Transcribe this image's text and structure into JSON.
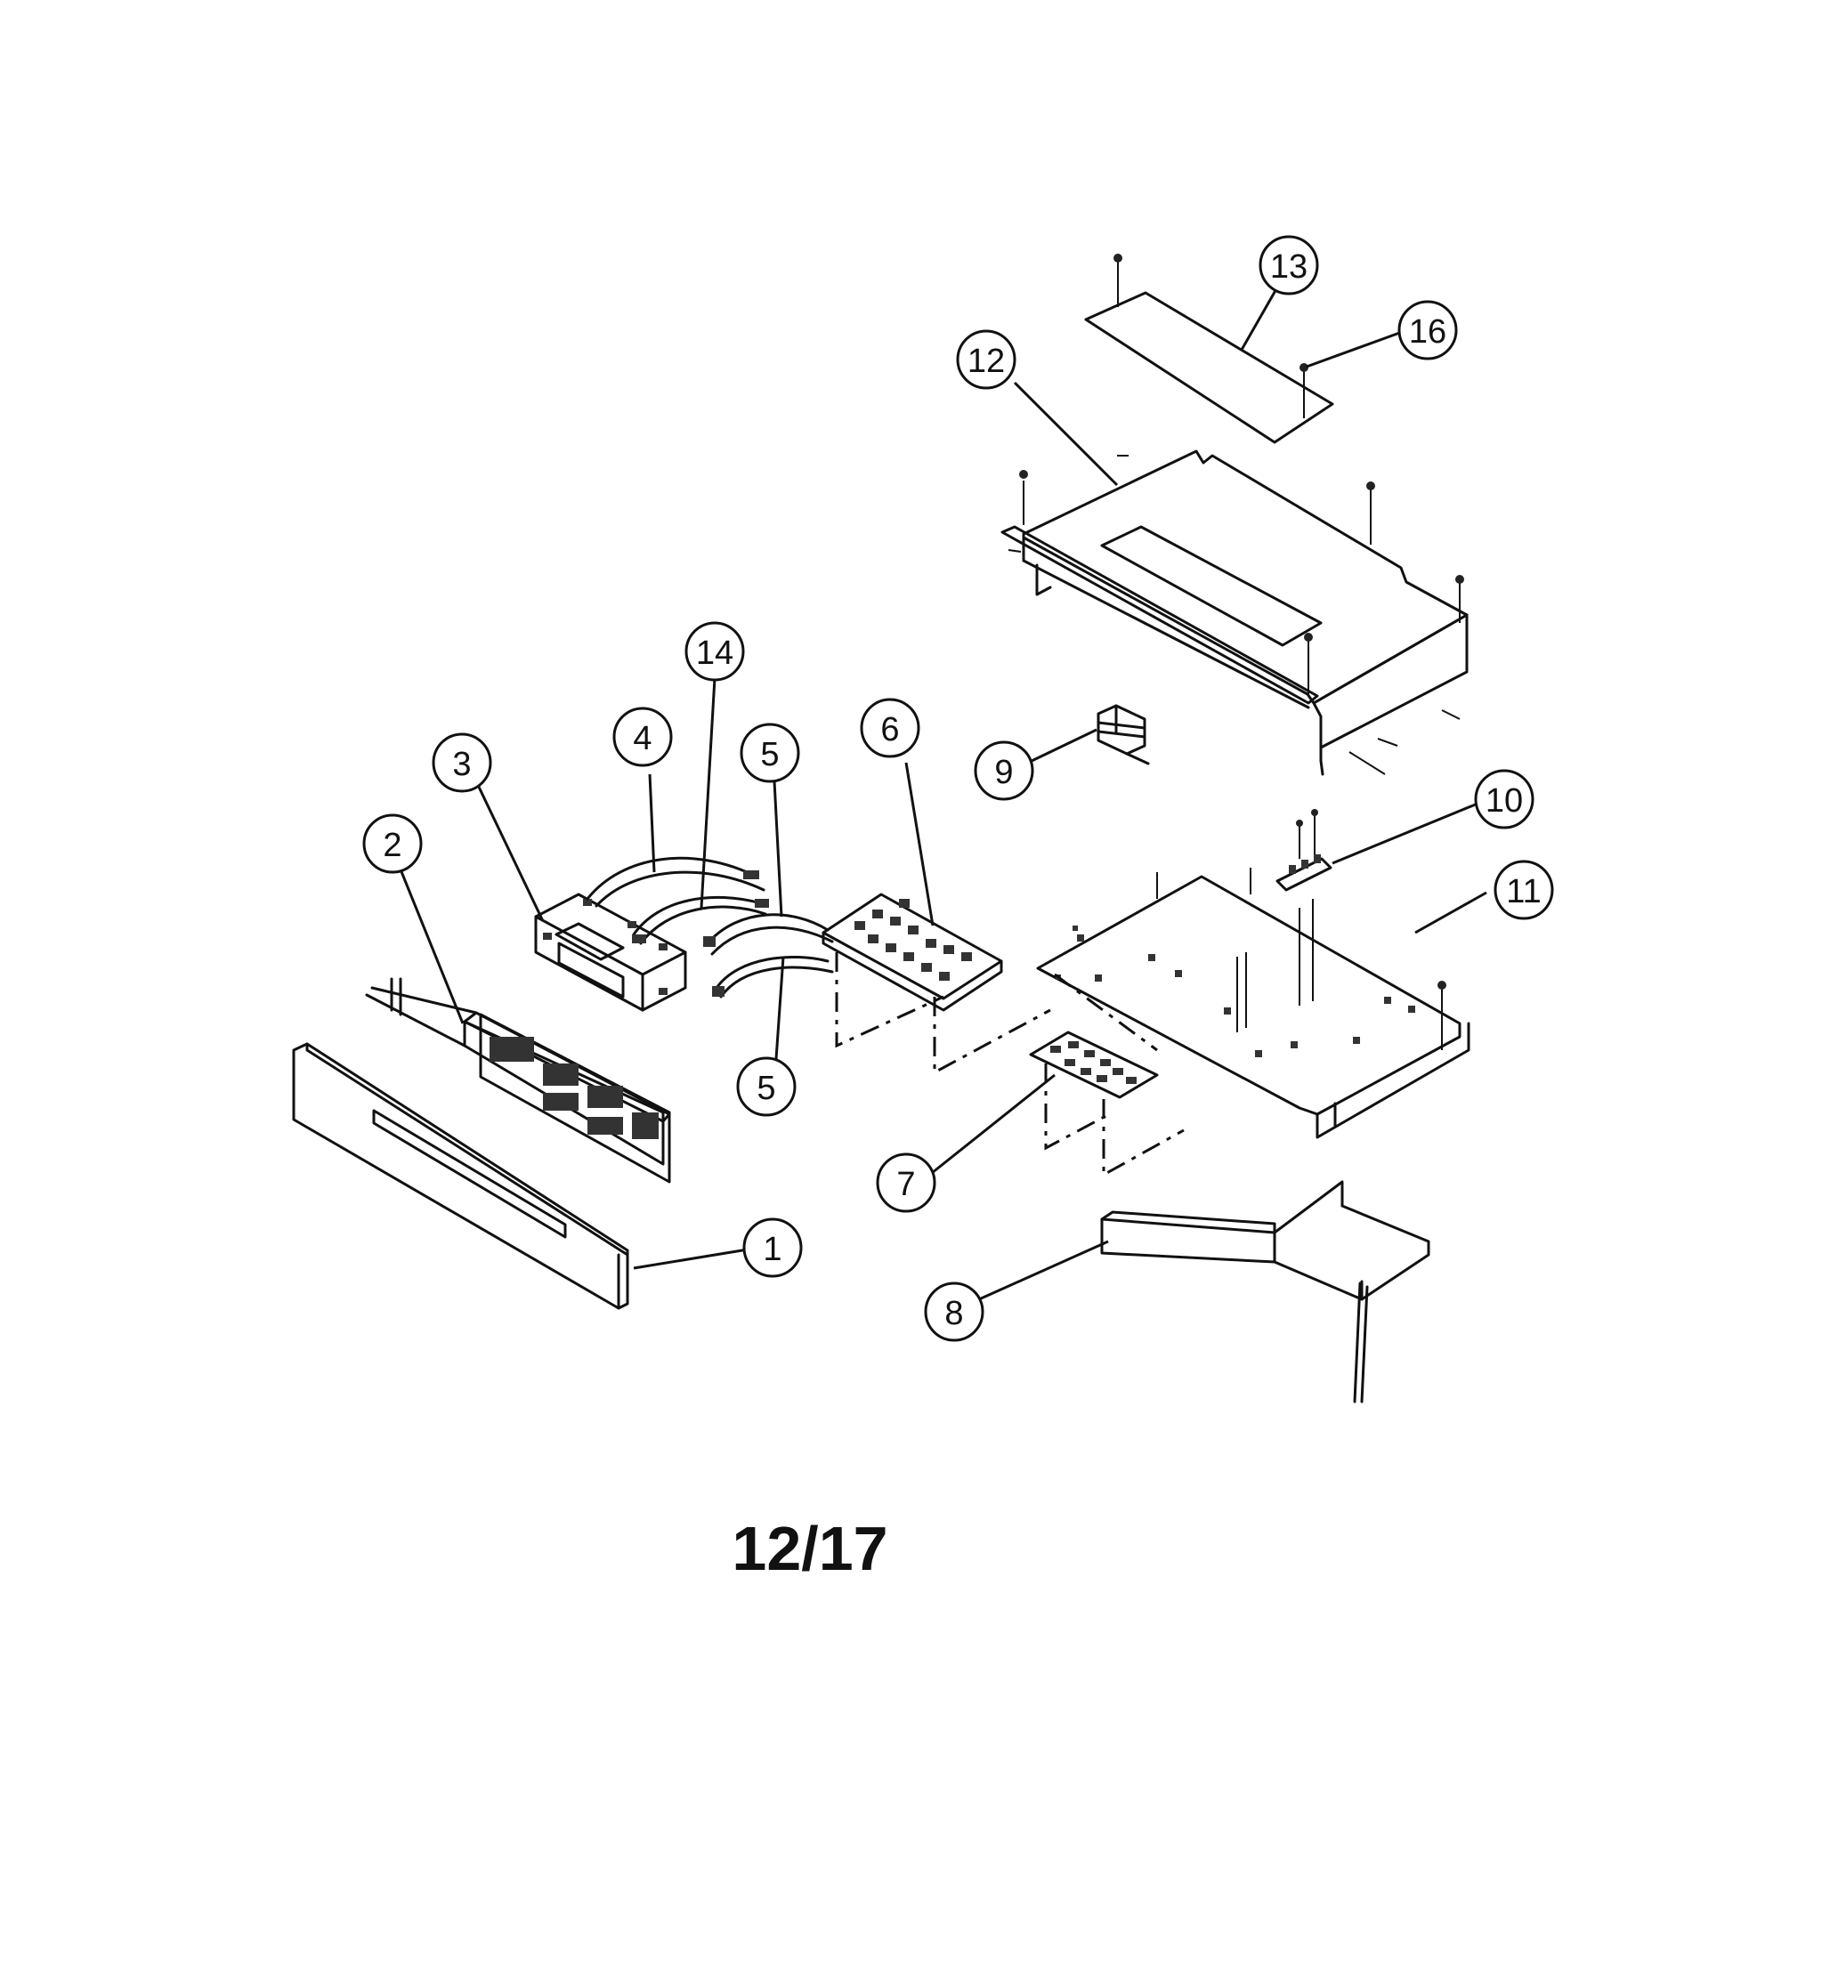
{
  "diagram": {
    "page_number": "12/17",
    "callouts": [
      {
        "id": "callout-1",
        "label": "1"
      },
      {
        "id": "callout-2",
        "label": "2"
      },
      {
        "id": "callout-3",
        "label": "3"
      },
      {
        "id": "callout-4",
        "label": "4"
      },
      {
        "id": "callout-5a",
        "label": "5"
      },
      {
        "id": "callout-5b",
        "label": "5"
      },
      {
        "id": "callout-6",
        "label": "6"
      },
      {
        "id": "callout-7",
        "label": "7"
      },
      {
        "id": "callout-8",
        "label": "8"
      },
      {
        "id": "callout-9",
        "label": "9"
      },
      {
        "id": "callout-10",
        "label": "10"
      },
      {
        "id": "callout-11",
        "label": "11"
      },
      {
        "id": "callout-12",
        "label": "12"
      },
      {
        "id": "callout-13",
        "label": "13"
      },
      {
        "id": "callout-14",
        "label": "14"
      },
      {
        "id": "callout-16",
        "label": "16"
      }
    ]
  }
}
